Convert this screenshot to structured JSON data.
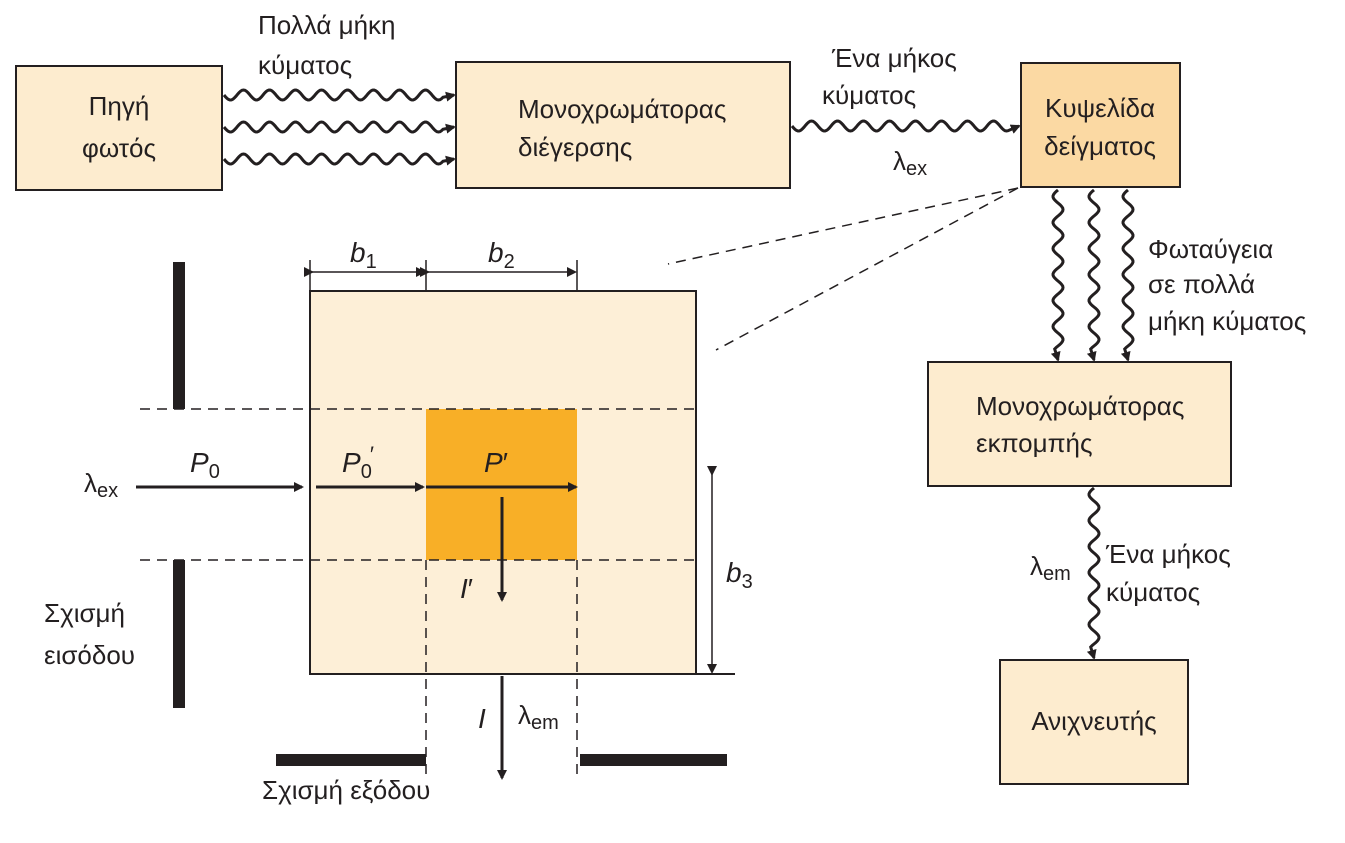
{
  "boxes": {
    "light_source": [
      "Πηγή",
      "φωτός"
    ],
    "excitation_monochromator": [
      "Μονοχρωμάτορας",
      "διέγερσης"
    ],
    "sample_cell": [
      "Κυψελίδα",
      "δείγματος"
    ],
    "emission_monochromator": [
      "Μονοχρωμάτορας",
      "εκπομπής"
    ],
    "detector": [
      "Ανιχνευτής"
    ]
  },
  "labels": {
    "many_wavelengths": [
      "Πολλά μήκη",
      "κύματος"
    ],
    "one_wavelength_top": [
      "Ένα μήκος",
      "κύματος"
    ],
    "luminescence": [
      "Φωταύγεια",
      "σε πολλά",
      "μήκη κύματος"
    ],
    "one_wavelength_bottom": [
      "Ένα μήκος",
      "κύματος"
    ],
    "entrance_slit": [
      "Σχισμή",
      "εισόδου"
    ],
    "exit_slit": "Σχισμή εξόδου"
  },
  "symbols": {
    "lambda": "λ",
    "ex": "ex",
    "em": "em",
    "b": "b",
    "b1_sub": "1",
    "b2_sub": "2",
    "b3_sub": "3",
    "P": "P",
    "P0_sub": "0",
    "prime": "′",
    "I": "I"
  },
  "colors": {
    "box_fill": "#fdeccf",
    "sample_fill": "#fbd9a3",
    "region_fill": "#fdefd7",
    "highlight": "#f8af27",
    "stroke": "#231f20"
  }
}
